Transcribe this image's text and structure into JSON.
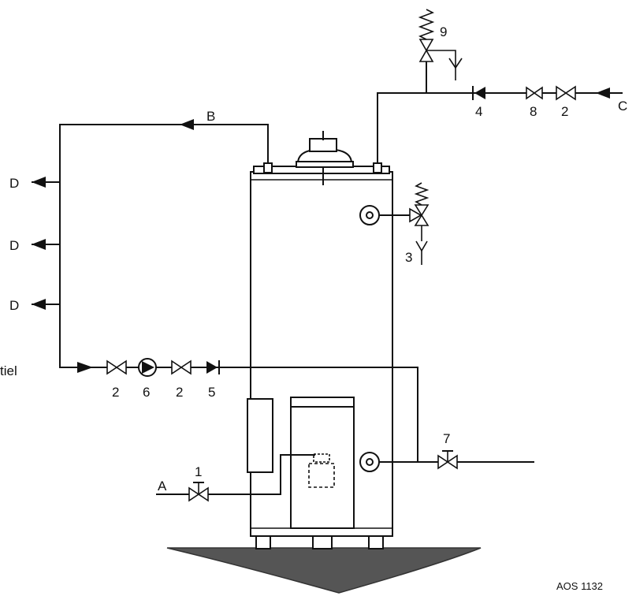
{
  "labels": {
    "A": "A",
    "B": "B",
    "C": "C",
    "D1": "D",
    "D2": "D",
    "D3": "D",
    "tiel": "tiel",
    "n1": "1",
    "n2a": "2",
    "n2b": "2",
    "n2c": "2",
    "n3": "3",
    "n4": "4",
    "n5": "5",
    "n6": "6",
    "n7": "7",
    "n8": "8",
    "n9": "9"
  },
  "figure_code": "AOS 1132",
  "colors": {
    "line": "#111111",
    "floor": "#555555",
    "background": "#ffffff"
  }
}
